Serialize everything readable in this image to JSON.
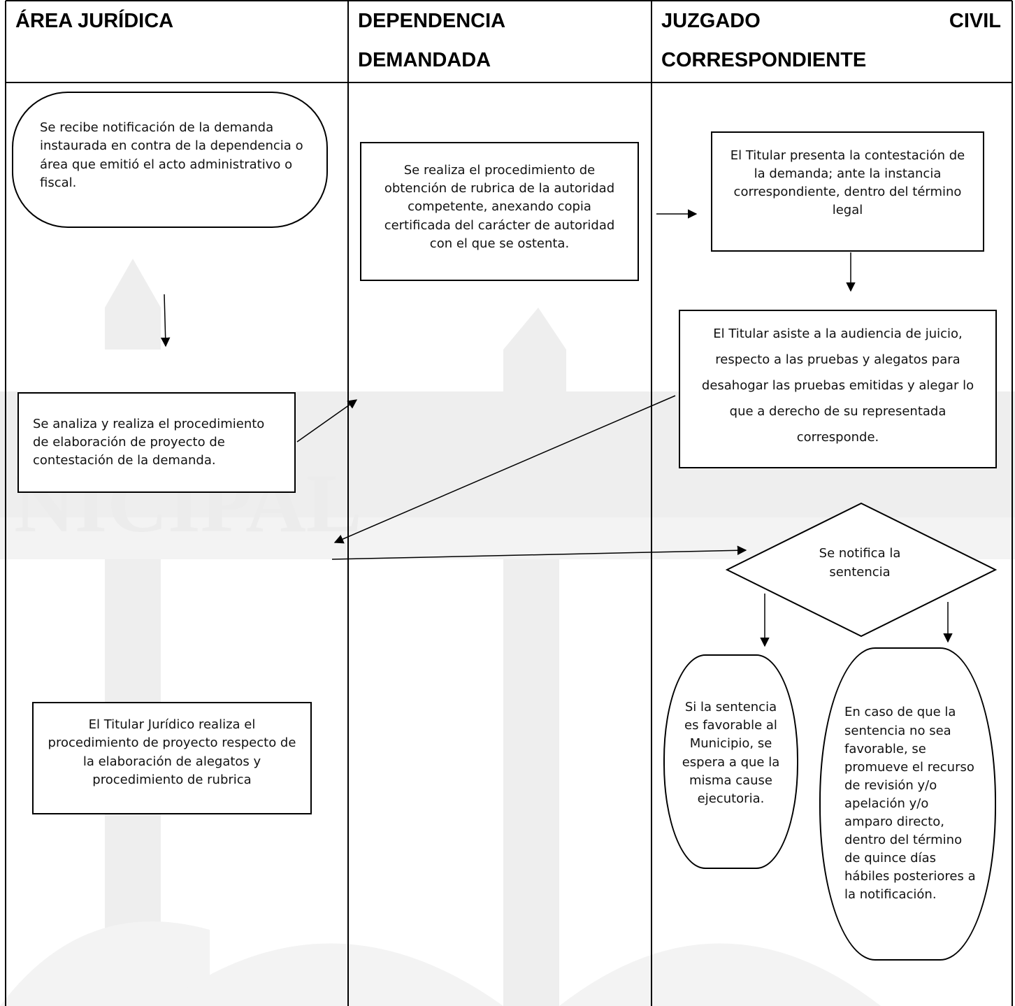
{
  "headers": {
    "col1": "ÁREA JURÍDICA",
    "col2_line1": "DEPENDENCIA",
    "col2_line2": "DEMANDADA",
    "col3_line1a": "JUZGADO",
    "col3_line1b": "CIVIL",
    "col3_line2": "CORRESPONDIENTE"
  },
  "nodes": {
    "notificacion": "Se recibe notificación de la demanda instaurada en contra de la dependencia o área que emitió el acto administrativo o fiscal.",
    "analiza": "Se analiza y realiza el procedimiento de elaboración de proyecto de contestación de la demanda.",
    "titular_juridico": "El Titular Jurídico realiza el procedimiento de proyecto respecto de la elaboración de alegatos y procedimiento de rubrica",
    "rubrica": "Se realiza el procedimiento de obtención de rubrica de la autoridad competente, anexando copia certificada del carácter de autoridad con el que se ostenta.",
    "contestacion": "El Titular presenta la contestación de la demanda; ante la instancia correspondiente, dentro del término legal",
    "audiencia": "El Titular asiste a la audiencia de juicio, respecto a las pruebas y alegatos para desahogar las pruebas emitidas y alegar lo que a derecho de su representada corresponde.",
    "sentencia": "Se notifica la sentencia",
    "favorable": "Si la sentencia es favorable al Municipio, se espera a que la misma cause ejecutoria.",
    "no_favorable": "En caso de que la sentencia no sea favorable, se promueve el recurso de revisión y/o apelación y/o amparo directo, dentro del término de quince días hábiles posteriores a la notificación."
  },
  "colors": {
    "line": "#000000",
    "background_photo": "#d8d8d8"
  }
}
